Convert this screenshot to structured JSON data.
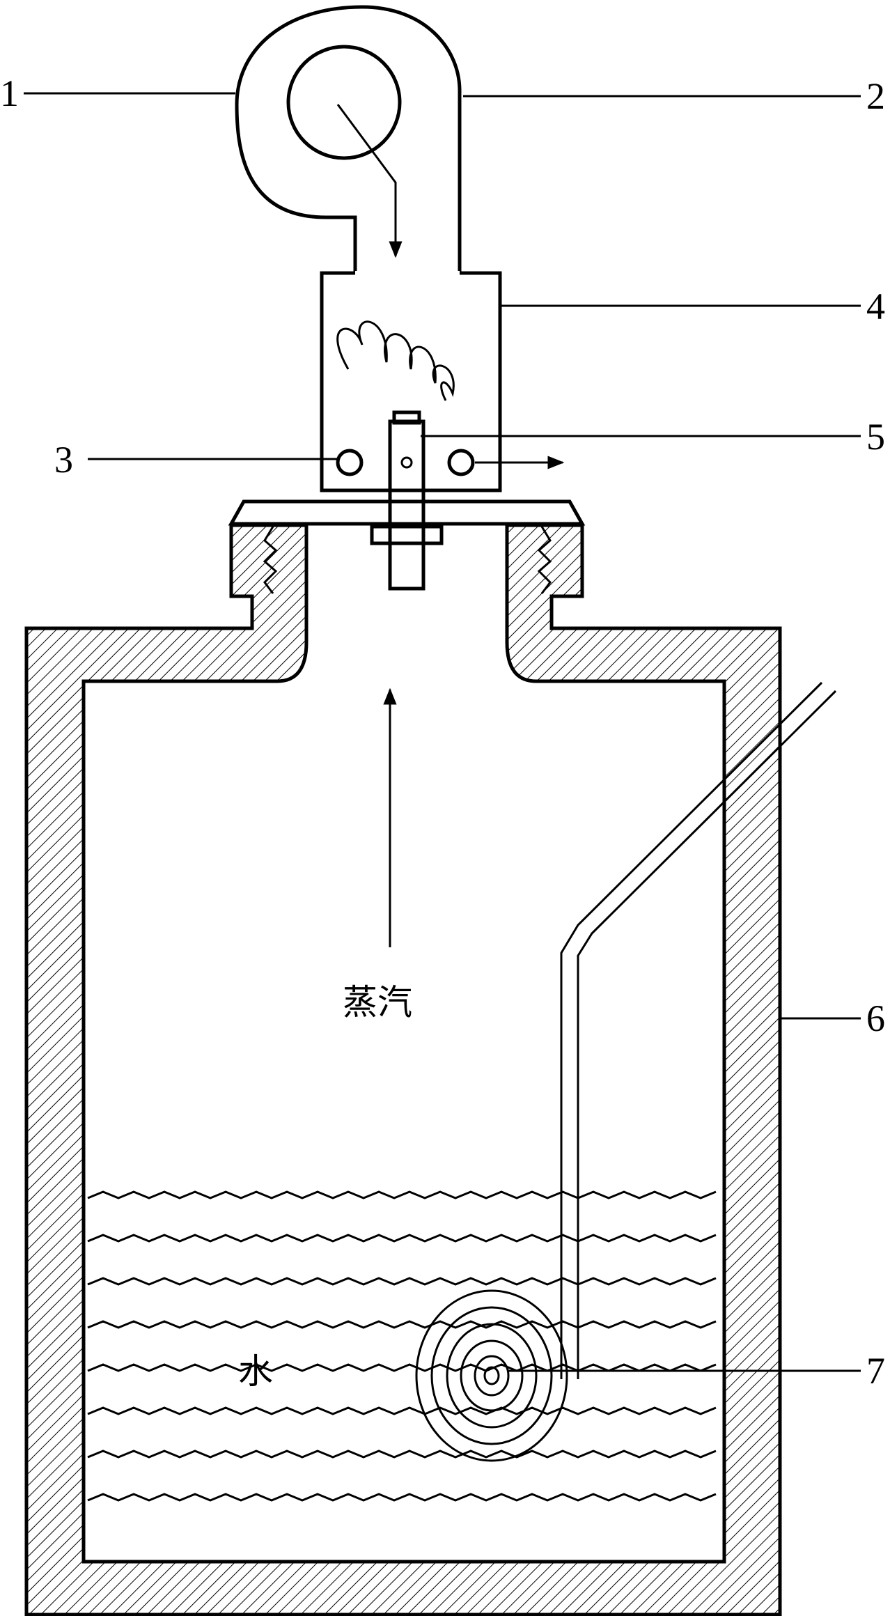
{
  "diagram": {
    "callouts": [
      "1",
      "2",
      "3",
      "4",
      "5",
      "6",
      "7"
    ],
    "regions": {
      "steam": "蒸汽",
      "water": "水"
    }
  }
}
